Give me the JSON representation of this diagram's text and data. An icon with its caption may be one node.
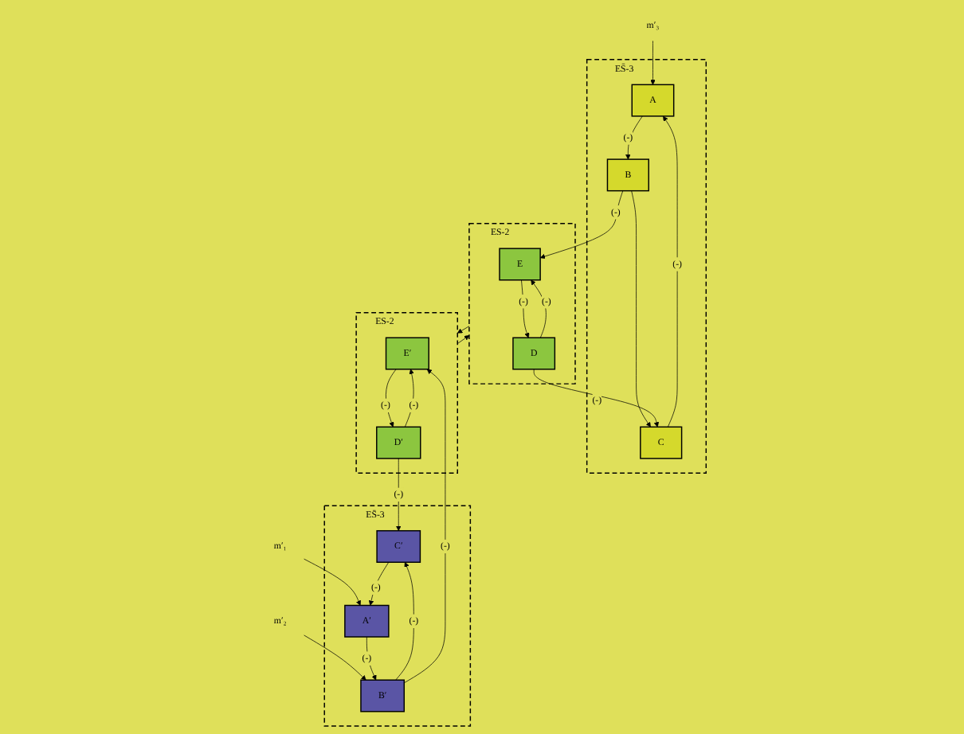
{
  "diagram": {
    "nodes": [
      {
        "text": [
          "ES̄-3"
        ]
      },
      {
        "text": [
          "A"
        ],
        "in": 0
      },
      {
        "text": [
          "B"
        ],
        "in": 0
      },
      {
        "text": [
          "C"
        ],
        "in": 0
      },
      {
        "text": [
          "ES-2"
        ]
      },
      {
        "text": [
          "E"
        ],
        "in": 4
      },
      {
        "text": [
          "D"
        ],
        "in": 4
      },
      {
        "text": [
          "ES̄-3"
        ]
      },
      {
        "text": [
          "A′"
        ],
        "in": 7
      },
      {
        "text": [
          "B′"
        ],
        "in": 7
      },
      {
        "text": [
          "C′"
        ],
        "in": 7
      },
      {
        "text": [
          "ES-2"
        ]
      },
      {
        "text": [
          "E′"
        ],
        "in": 11
      },
      {
        "text": [
          "D′"
        ],
        "in": 11
      },
      {
        "text": [
          "m′₃"
        ]
      },
      {
        "text": [
          "m′₁"
        ]
      },
      {
        "text": [
          "m′₂"
        ]
      }
    ],
    "edges": [
      {
        "from": 14,
        "to": 1,
        "arrow": "to"
      },
      {
        "from": 1,
        "to": 2,
        "arrow": "to",
        "label": "(-)"
      },
      {
        "from": 2,
        "to": 3,
        "arrow": "to"
      },
      {
        "from": 2,
        "to": 5,
        "arrow": "to",
        "label": "(-)"
      },
      {
        "from": 5,
        "to": 6,
        "arrow": "to",
        "label": "(-)"
      },
      {
        "from": 6,
        "to": 5,
        "arrow": "to",
        "label": "(-)"
      },
      {
        "from": 6,
        "to": 3,
        "arrow": "to",
        "label": "(-)"
      },
      {
        "from": 3,
        "to": 1,
        "arrow": "to",
        "label": "(-)"
      },
      {
        "from": 4,
        "to": 11,
        "arrow": "to"
      },
      {
        "from": 11,
        "to": 4,
        "arrow": "to"
      },
      {
        "from": 15,
        "to": 8,
        "arrow": "to"
      },
      {
        "from": 16,
        "to": 9,
        "arrow": "to"
      },
      {
        "from": 8,
        "to": 9,
        "arrow": "to",
        "label": "(-)"
      },
      {
        "from": 9,
        "to": 10,
        "arrow": "to",
        "label": "(-)"
      },
      {
        "from": 9,
        "to": 12,
        "arrow": "to",
        "label": "(-)"
      },
      {
        "from": 12,
        "to": 13,
        "arrow": "to",
        "label": "(-)"
      },
      {
        "from": 13,
        "to": 12,
        "arrow": "to",
        "label": "(-)"
      },
      {
        "from": 13,
        "to": 10,
        "arrow": "to",
        "label": "(-)"
      },
      {
        "from": 10,
        "to": 8,
        "arrow": "to",
        "label": "(-)"
      }
    ]
  }
}
